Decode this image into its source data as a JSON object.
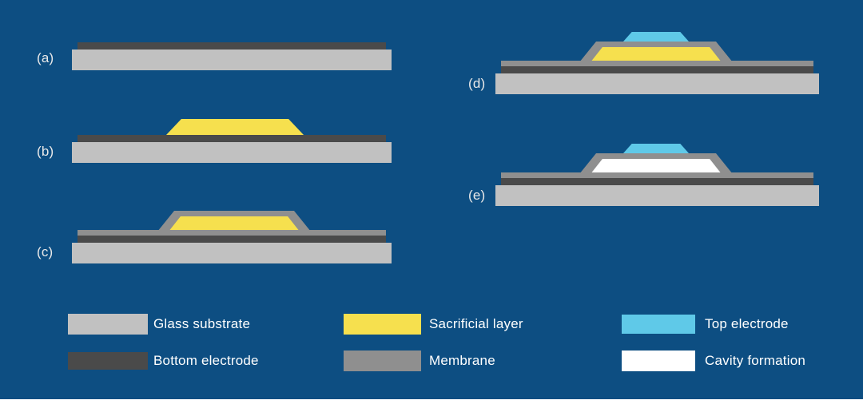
{
  "steps": [
    {
      "id": "a",
      "label": "(a)"
    },
    {
      "id": "b",
      "label": "(b)"
    },
    {
      "id": "c",
      "label": "(c)"
    },
    {
      "id": "d",
      "label": "(d)"
    },
    {
      "id": "e",
      "label": "(e)"
    }
  ],
  "legend": [
    {
      "id": "glass-substrate",
      "label": "Glass substrate"
    },
    {
      "id": "bottom-electrode",
      "label": "Bottom electrode"
    },
    {
      "id": "sacrificial-layer",
      "label": "Sacrificial layer"
    },
    {
      "id": "membrane",
      "label": "Membrane"
    },
    {
      "id": "top-electrode",
      "label": "Top electrode"
    },
    {
      "id": "cavity-formation",
      "label": "Cavity formation"
    }
  ],
  "colors": {
    "background": "#0d4e82",
    "glass_substrate": "#c1c1c1",
    "bottom_electrode": "#4a4a4a",
    "sacrificial_layer": "#f6e04e",
    "membrane": "#8f8f8f",
    "top_electrode": "#5fc9e8",
    "cavity": "#ffffff",
    "step_label_text": "#e9e9e9",
    "legend_text": "#ffffff"
  }
}
